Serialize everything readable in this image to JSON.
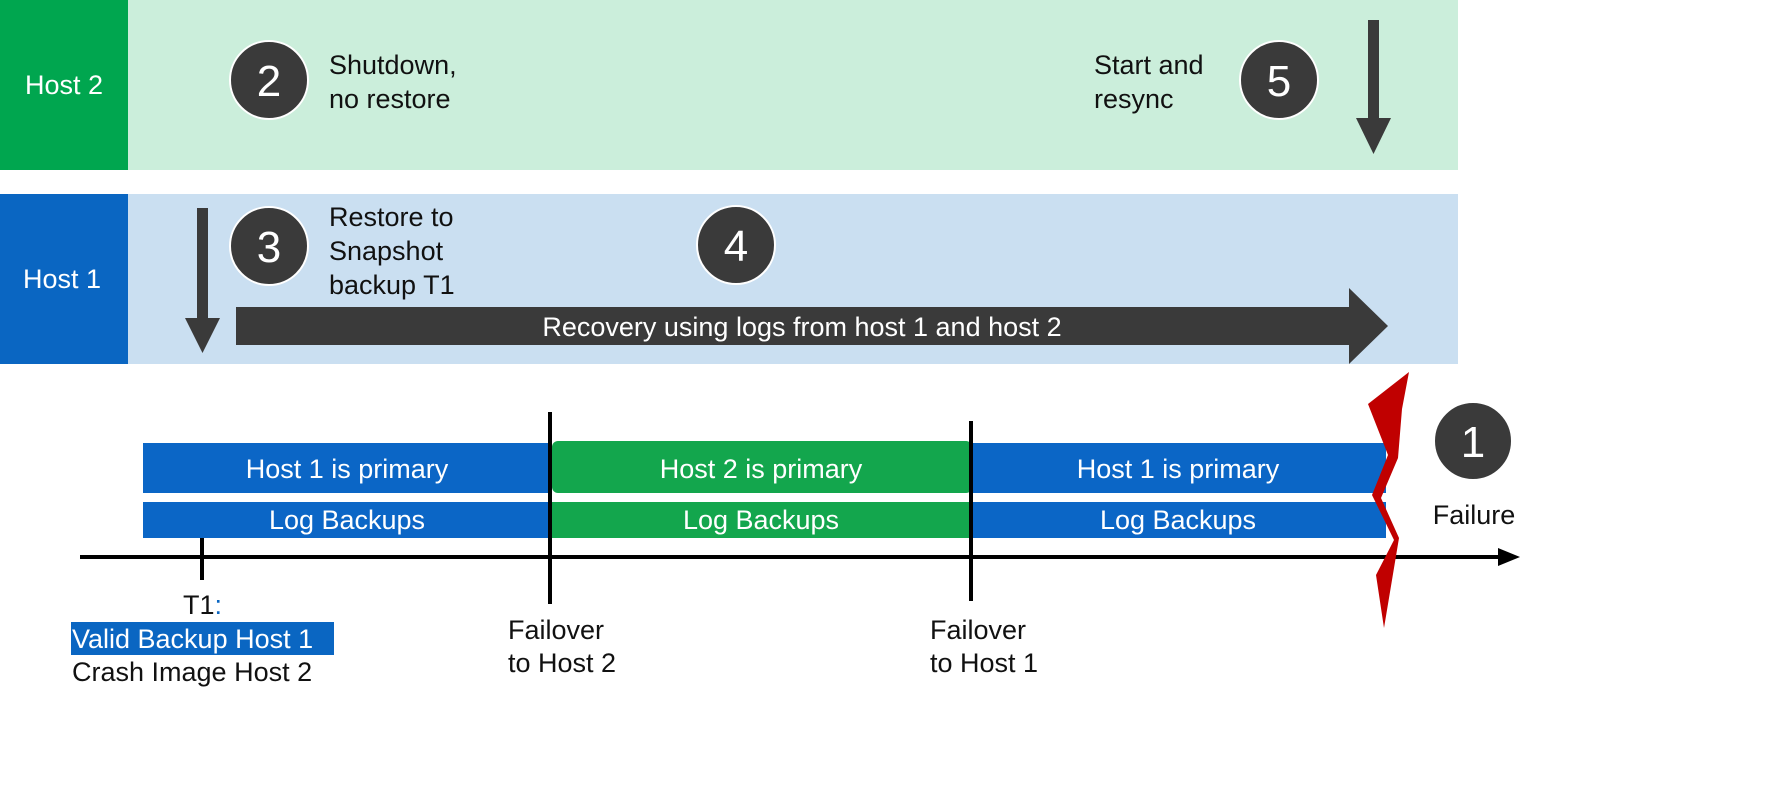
{
  "lanes": {
    "host2": {
      "label": "Host 2"
    },
    "host1": {
      "label": "Host 1"
    }
  },
  "steps": {
    "s1": {
      "num": "1",
      "text": "Failure"
    },
    "s2": {
      "num": "2",
      "line1": "Shutdown,",
      "line2": "no restore"
    },
    "s3": {
      "num": "3",
      "line1": "Restore to",
      "line2": "Snapshot",
      "line3": "backup T1"
    },
    "s4": {
      "num": "4"
    },
    "s5": {
      "num": "5",
      "line1": "Start and",
      "line2": "resync"
    }
  },
  "recovery_arrow": {
    "label": "Recovery using logs from host 1 and host 2"
  },
  "timeline": {
    "segments": [
      {
        "primary": "Host 1 is primary",
        "logs": "Log Backups"
      },
      {
        "primary": "Host 2 is primary",
        "logs": "Log Backups"
      },
      {
        "primary": "Host 1 is primary",
        "logs": "Log Backups"
      }
    ],
    "t1": {
      "label": "T1",
      "colon": ":",
      "line1": "Valid Backup Host 1",
      "line2": "Crash Image Host 2"
    },
    "failover1": {
      "line1": "Failover",
      "line2": "to Host 2"
    },
    "failover2": {
      "line1": "Failover",
      "line2": "to Host 1"
    }
  },
  "colors": {
    "host2_dark": "#00A64F",
    "host2_light": "#CBEEDB",
    "host1_dark": "#0A66C2",
    "host1_light": "#CADFF1",
    "timeline_blue": "#0B66C6",
    "timeline_green": "#13A64D",
    "step_circle": "#3A3A3A",
    "failure_bolt": "#C00000",
    "arrow_dark": "#3A3A3A"
  }
}
